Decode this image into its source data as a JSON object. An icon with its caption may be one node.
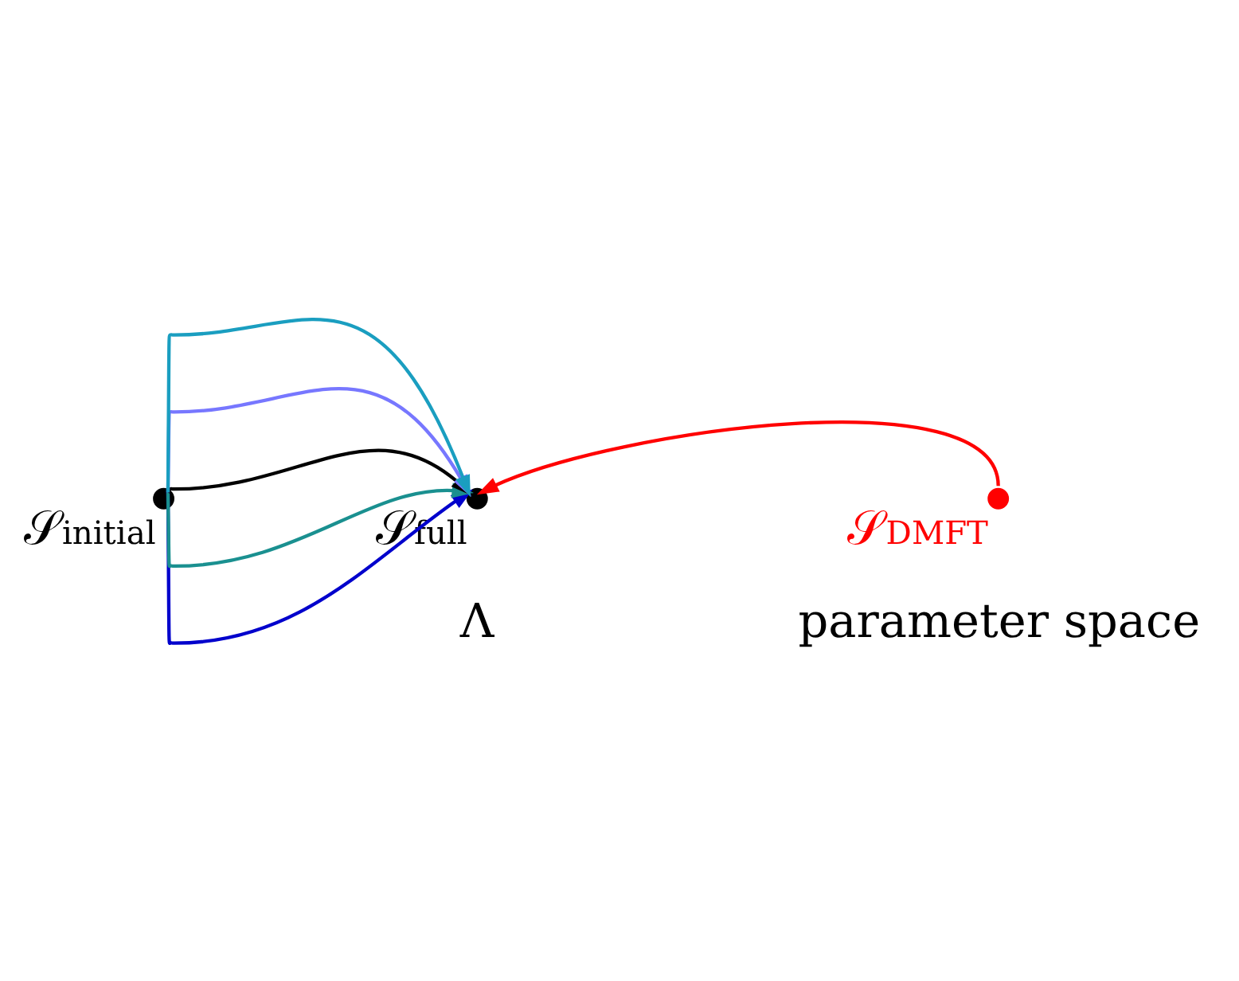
{
  "diagram": {
    "nodes": [
      {
        "text": [],
        "shape": "circle",
        "beside": [
          "𝒮$_{full}$"
        ]
      },
      {
        "text": [],
        "shape": "circle",
        "beside": [
          "𝒮$_{DMFT}$"
        ]
      },
      {
        "text": [],
        "shape": "circle",
        "beside": [
          "𝒮$_{initial}$"
        ]
      }
    ],
    "edges": [
      {
        "from": 2,
        "to": 0,
        "arrow": "to",
        "color": "#0000cc"
      },
      {
        "from": 2,
        "to": 0,
        "arrow": "to",
        "color": "#1a9090"
      },
      {
        "from": 2,
        "to": 0,
        "arrow": "to",
        "color": "#000000"
      },
      {
        "from": 2,
        "to": 0,
        "arrow": "to",
        "color": "#7777ff"
      },
      {
        "from": 2,
        "to": 0,
        "arrow": "to",
        "color": "#1a9ec0"
      },
      {
        "from": 1,
        "to": 0,
        "arrow": "to",
        "color": "#ff0000"
      }
    ],
    "labels": [
      "Λ",
      "parameter space"
    ]
  }
}
